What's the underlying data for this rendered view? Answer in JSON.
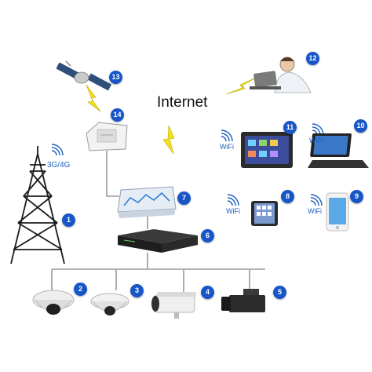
{
  "internet_label": "Internet",
  "tower_tag": "3G/4G",
  "wifi_tag": "WiFi",
  "badges": [
    "1",
    "2",
    "3",
    "4",
    "5",
    "6",
    "7",
    "8",
    "9",
    "10",
    "11",
    "12",
    "13",
    "14"
  ],
  "colors": {
    "badge": "#1856c8",
    "wifi": "#1d5fbf",
    "lightning": "#f2e21b",
    "line": "#9a9a9a"
  }
}
